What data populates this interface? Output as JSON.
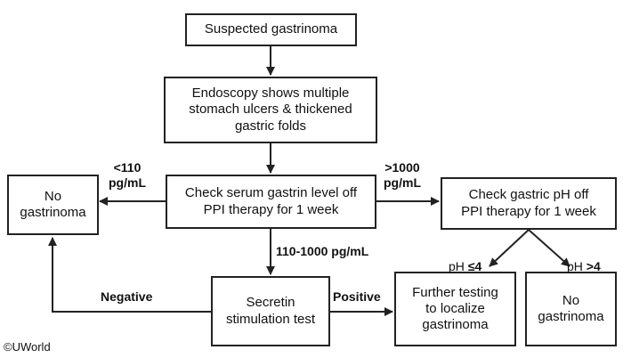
{
  "nodes": {
    "suspected": "Suspected gastrinoma",
    "endoscopy": "Endoscopy shows multiple\nstomach ulcers & thickened\ngastric folds",
    "gastrin": "Check serum gastrin level off\nPPI therapy for 1 week",
    "no_gastrinoma_left": "No\ngastrinoma",
    "ph_check": "Check gastric pH off\nPPI  therapy for 1 week",
    "secretin": "Secretin\nstimulation test",
    "further": "Further testing\nto localize\ngastrinoma",
    "no_gastrinoma_right": "No\ngastrinoma"
  },
  "edges": {
    "lt110": "<110\npg/mL",
    "gt1000": ">1000\npg/mL",
    "mid": "110-1000 pg/mL",
    "ph_le4_prefix": "pH ",
    "ph_le4_value": "≤4",
    "ph_gt4_prefix": "pH ",
    "ph_gt4_value": ">4",
    "negative": "Negative",
    "positive": "Positive"
  },
  "credit": "©UWorld"
}
